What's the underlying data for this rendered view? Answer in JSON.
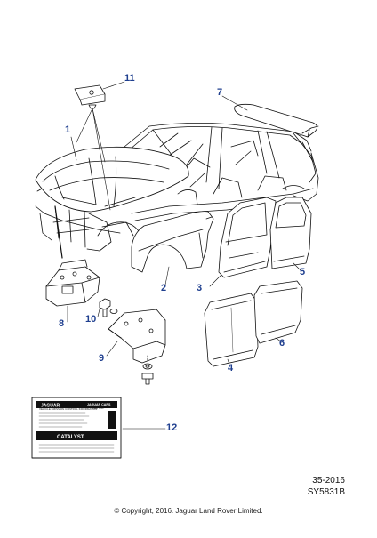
{
  "callouts": [
    {
      "id": "1",
      "text": "1"
    },
    {
      "id": "2",
      "text": "2"
    },
    {
      "id": "3",
      "text": "3"
    },
    {
      "id": "4",
      "text": "4"
    },
    {
      "id": "5",
      "text": "5"
    },
    {
      "id": "6",
      "text": "6"
    },
    {
      "id": "7",
      "text": "7"
    },
    {
      "id": "8",
      "text": "8"
    },
    {
      "id": "9",
      "text": "9"
    },
    {
      "id": "10",
      "text": "10"
    },
    {
      "id": "11",
      "text": "11"
    },
    {
      "id": "12",
      "text": "12"
    }
  ],
  "label_plate": {
    "logo_text": "JAGUAR",
    "maker": "JAGUAR CARS",
    "maker2": "LIMITED",
    "heading": "VEHICLE EMISSION CONTROL INFORMATION",
    "catalyst": "CATALYST"
  },
  "reference": {
    "line1": "35-2016",
    "line2": "SY5831B"
  },
  "copyright": "© Copyright, 2016. Jaguar Land Rover Limited.",
  "colors": {
    "callout": "#1f3f8f",
    "line": "#111111"
  }
}
